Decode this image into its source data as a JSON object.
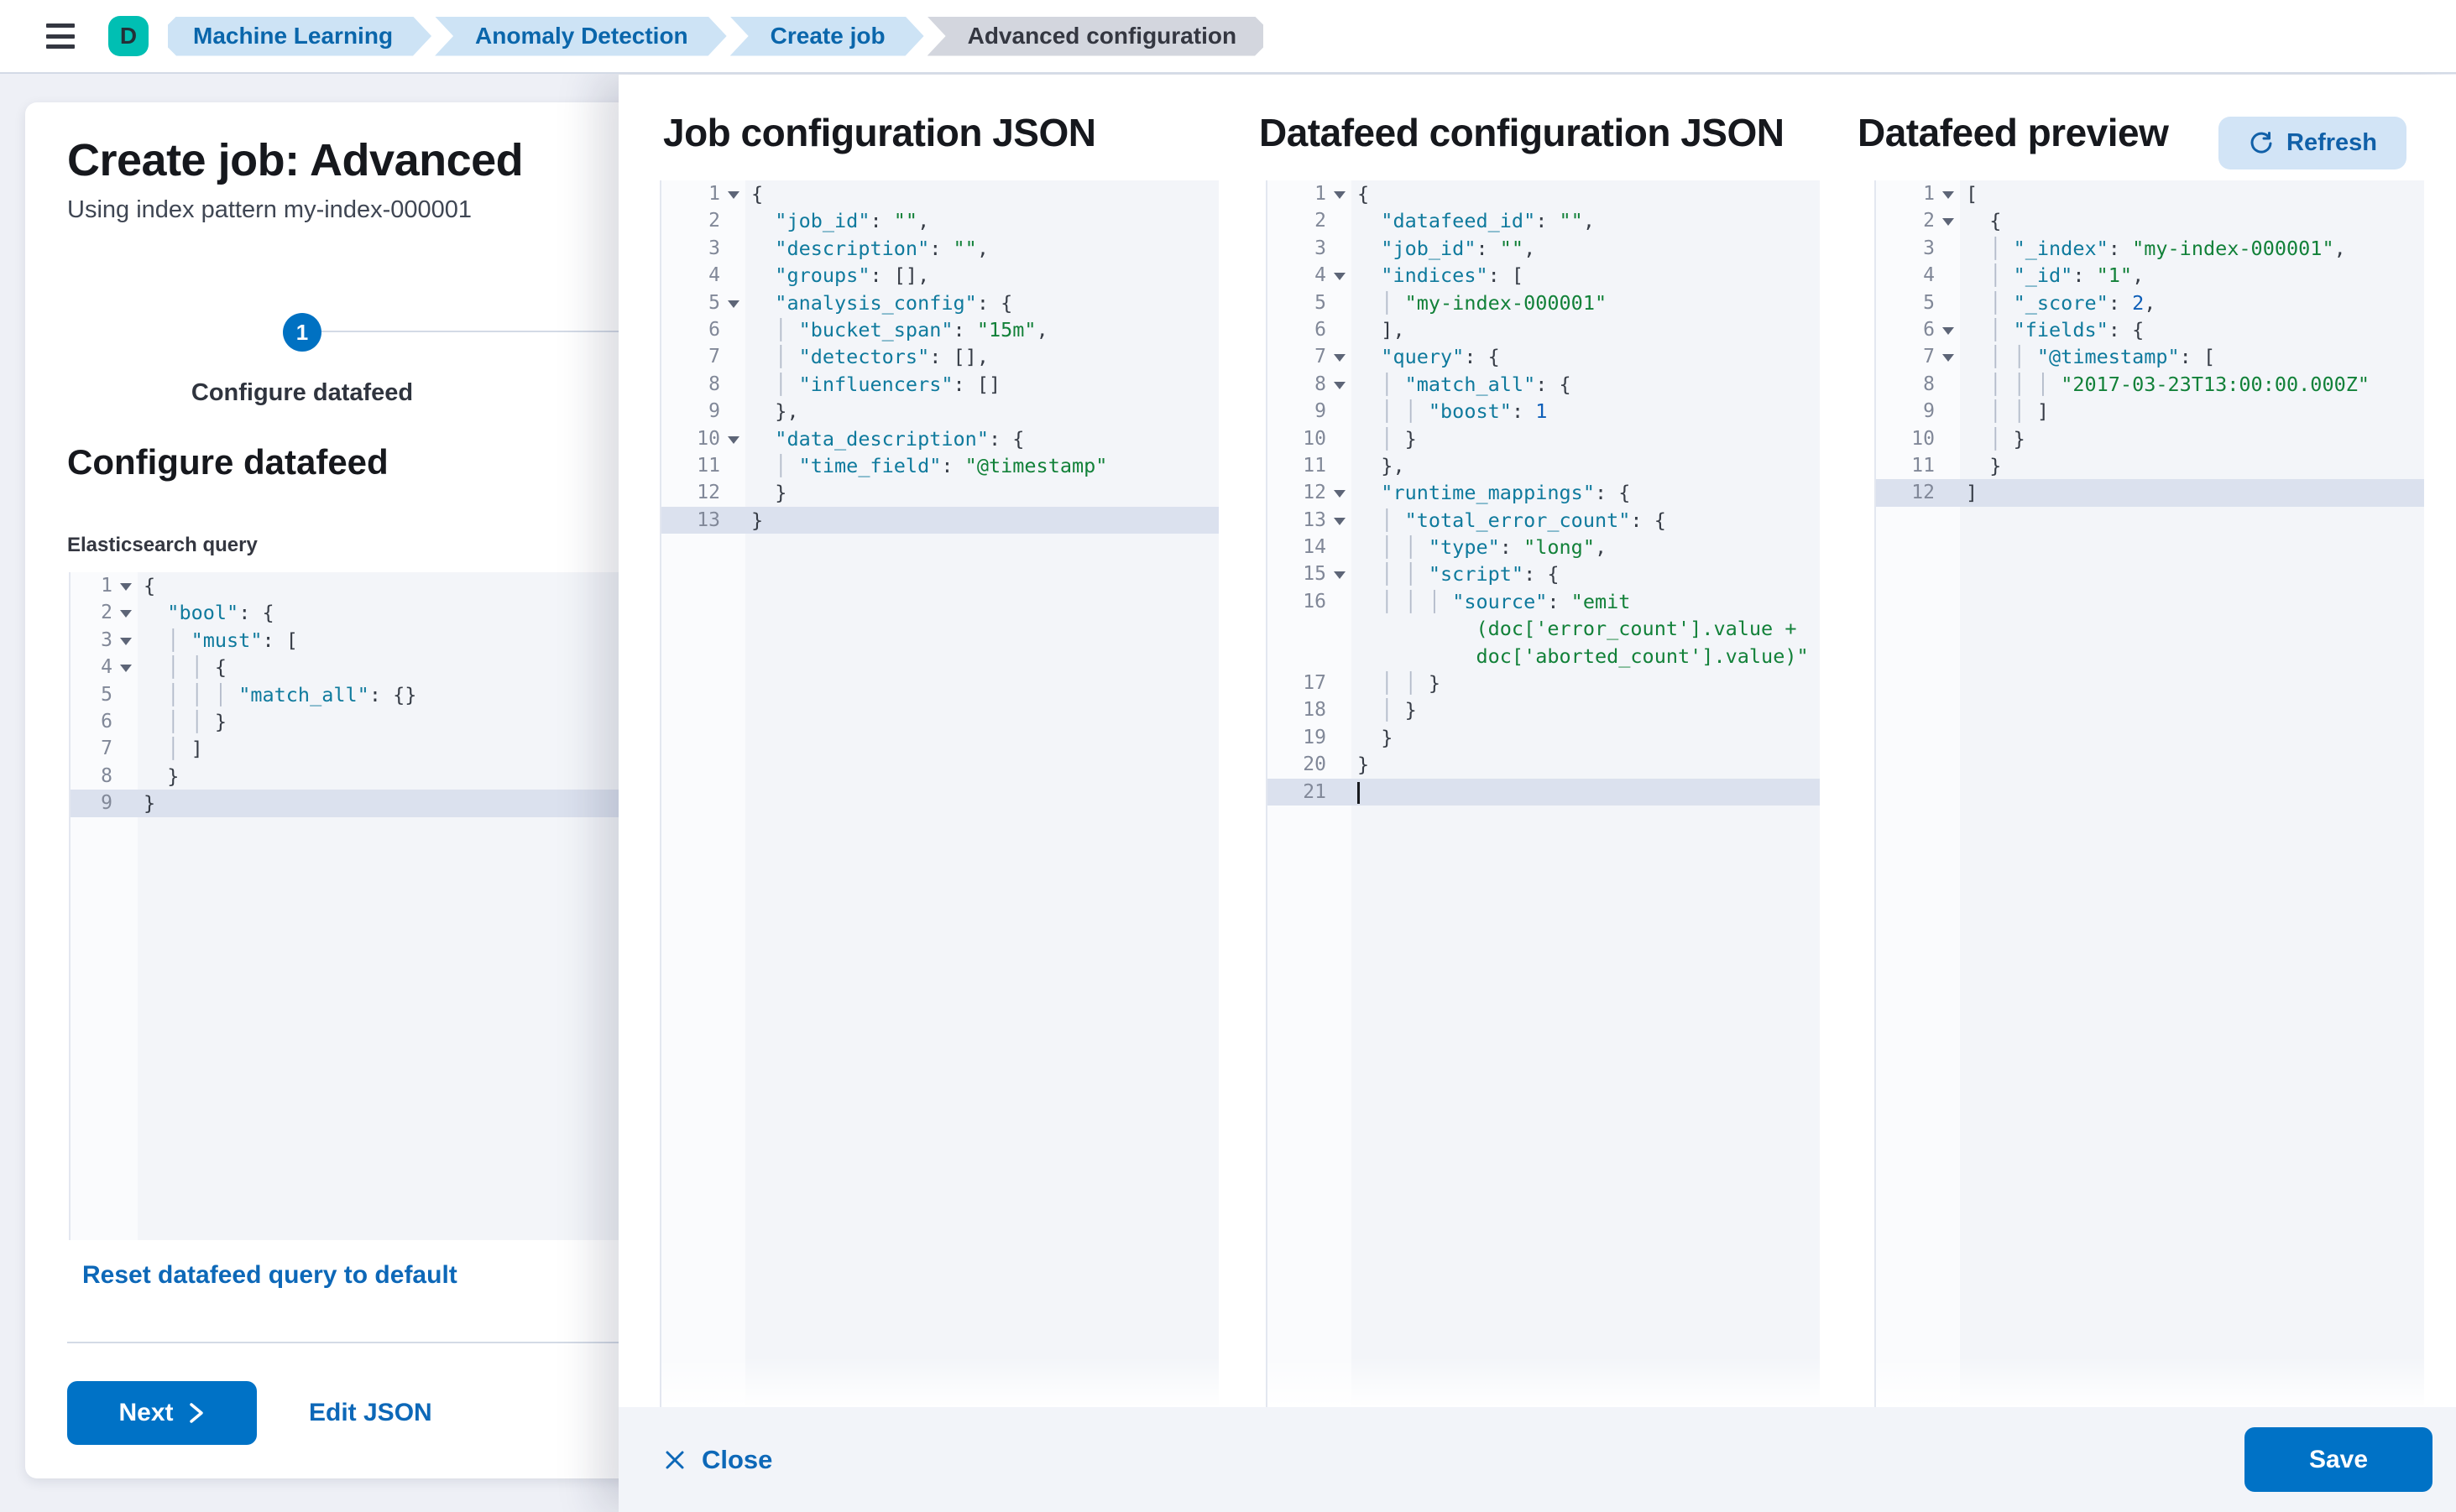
{
  "header": {
    "avatar_letter": "D",
    "breadcrumbs": [
      {
        "label": "Machine Learning"
      },
      {
        "label": "Anomaly Detection"
      },
      {
        "label": "Create job"
      },
      {
        "label": "Advanced configuration"
      }
    ]
  },
  "page": {
    "title": "Create job: Advanced",
    "subtitle": "Using index pattern my-index-000001",
    "step_number": "1",
    "step_label": "Configure datafeed",
    "section_heading": "Configure datafeed",
    "query_label": "Elasticsearch query",
    "reset_link": "Reset datafeed query to default",
    "next_label": "Next",
    "edit_json_label": "Edit JSON"
  },
  "flyout": {
    "col1_title": "Job configuration JSON",
    "col2_title": "Datafeed configuration JSON",
    "col3_title": "Datafeed preview",
    "refresh_label": "Refresh",
    "close_label": "Close",
    "save_label": "Save"
  },
  "colors": {
    "primary_blue": "#0072c6",
    "link_blue": "#0d68b8",
    "breadcrumb_blue_bg": "#cde3f5",
    "breadcrumb_gray_bg": "#d3d6de",
    "avatar_teal": "#00bfb3",
    "editor_bg": "#f3f5f9",
    "active_line_bg": "#dbe1ee",
    "json_key": "#0f7a9d",
    "json_string": "#128139",
    "json_number": "#0d5eb8"
  },
  "editors": {
    "es_query": {
      "lines": [
        {
          "n": "1",
          "f": true,
          "t": [
            [
              "p",
              "{"
            ]
          ]
        },
        {
          "n": "2",
          "f": true,
          "t": [
            [
              "p",
              "  "
            ],
            [
              "k",
              "\"bool\""
            ],
            [
              "p",
              ": {"
            ]
          ]
        },
        {
          "n": "3",
          "f": true,
          "t": [
            [
              "p",
              "  "
            ],
            [
              "g",
              "│ "
            ],
            [
              "k",
              "\"must\""
            ],
            [
              "p",
              ": ["
            ]
          ]
        },
        {
          "n": "4",
          "f": true,
          "t": [
            [
              "p",
              "  "
            ],
            [
              "g",
              "│ │ "
            ],
            [
              "p",
              "{"
            ]
          ]
        },
        {
          "n": "5",
          "t": [
            [
              "p",
              "  "
            ],
            [
              "g",
              "│ │ │ "
            ],
            [
              "k",
              "\"match_all\""
            ],
            [
              "p",
              ": {}"
            ]
          ]
        },
        {
          "n": "6",
          "t": [
            [
              "p",
              "  "
            ],
            [
              "g",
              "│ │ "
            ],
            [
              "p",
              "}"
            ]
          ]
        },
        {
          "n": "7",
          "t": [
            [
              "p",
              "  "
            ],
            [
              "g",
              "│ "
            ],
            [
              "p",
              "]"
            ]
          ]
        },
        {
          "n": "8",
          "t": [
            [
              "p",
              "  }"
            ]
          ]
        },
        {
          "n": "9",
          "a": true,
          "t": [
            [
              "p",
              "}"
            ]
          ]
        }
      ]
    },
    "job_config": {
      "lines": [
        {
          "n": "1",
          "f": true,
          "t": [
            [
              "p",
              "{"
            ]
          ]
        },
        {
          "n": "2",
          "t": [
            [
              "p",
              "  "
            ],
            [
              "k",
              "\"job_id\""
            ],
            [
              "p",
              ": "
            ],
            [
              "s",
              "\"\""
            ],
            [
              "p",
              ","
            ]
          ]
        },
        {
          "n": "3",
          "t": [
            [
              "p",
              "  "
            ],
            [
              "k",
              "\"description\""
            ],
            [
              "p",
              ": "
            ],
            [
              "s",
              "\"\""
            ],
            [
              "p",
              ","
            ]
          ]
        },
        {
          "n": "4",
          "t": [
            [
              "p",
              "  "
            ],
            [
              "k",
              "\"groups\""
            ],
            [
              "p",
              ": [],"
            ]
          ]
        },
        {
          "n": "5",
          "f": true,
          "t": [
            [
              "p",
              "  "
            ],
            [
              "k",
              "\"analysis_config\""
            ],
            [
              "p",
              ": {"
            ]
          ]
        },
        {
          "n": "6",
          "t": [
            [
              "p",
              "  "
            ],
            [
              "g",
              "│ "
            ],
            [
              "k",
              "\"bucket_span\""
            ],
            [
              "p",
              ": "
            ],
            [
              "s",
              "\"15m\""
            ],
            [
              "p",
              ","
            ]
          ]
        },
        {
          "n": "7",
          "t": [
            [
              "p",
              "  "
            ],
            [
              "g",
              "│ "
            ],
            [
              "k",
              "\"detectors\""
            ],
            [
              "p",
              ": [],"
            ]
          ]
        },
        {
          "n": "8",
          "t": [
            [
              "p",
              "  "
            ],
            [
              "g",
              "│ "
            ],
            [
              "k",
              "\"influencers\""
            ],
            [
              "p",
              ": []"
            ]
          ]
        },
        {
          "n": "9",
          "t": [
            [
              "p",
              "  },"
            ]
          ]
        },
        {
          "n": "10",
          "f": true,
          "t": [
            [
              "p",
              "  "
            ],
            [
              "k",
              "\"data_description\""
            ],
            [
              "p",
              ": {"
            ]
          ]
        },
        {
          "n": "11",
          "t": [
            [
              "p",
              "  "
            ],
            [
              "g",
              "│ "
            ],
            [
              "k",
              "\"time_field\""
            ],
            [
              "p",
              ": "
            ],
            [
              "s",
              "\"@timestamp\""
            ]
          ]
        },
        {
          "n": "12",
          "t": [
            [
              "p",
              "  }"
            ]
          ]
        },
        {
          "n": "13",
          "a": true,
          "t": [
            [
              "p",
              "}"
            ]
          ]
        }
      ]
    },
    "datafeed_config": {
      "lines": [
        {
          "n": "1",
          "f": true,
          "t": [
            [
              "p",
              "{"
            ]
          ]
        },
        {
          "n": "2",
          "t": [
            [
              "p",
              "  "
            ],
            [
              "k",
              "\"datafeed_id\""
            ],
            [
              "p",
              ": "
            ],
            [
              "s",
              "\"\""
            ],
            [
              "p",
              ","
            ]
          ]
        },
        {
          "n": "3",
          "t": [
            [
              "p",
              "  "
            ],
            [
              "k",
              "\"job_id\""
            ],
            [
              "p",
              ": "
            ],
            [
              "s",
              "\"\""
            ],
            [
              "p",
              ","
            ]
          ]
        },
        {
          "n": "4",
          "f": true,
          "t": [
            [
              "p",
              "  "
            ],
            [
              "k",
              "\"indices\""
            ],
            [
              "p",
              ": ["
            ]
          ]
        },
        {
          "n": "5",
          "t": [
            [
              "p",
              "  "
            ],
            [
              "g",
              "│ "
            ],
            [
              "s",
              "\"my-index-000001\""
            ]
          ]
        },
        {
          "n": "6",
          "t": [
            [
              "p",
              "  ],"
            ]
          ]
        },
        {
          "n": "7",
          "f": true,
          "t": [
            [
              "p",
              "  "
            ],
            [
              "k",
              "\"query\""
            ],
            [
              "p",
              ": {"
            ]
          ]
        },
        {
          "n": "8",
          "f": true,
          "t": [
            [
              "p",
              "  "
            ],
            [
              "g",
              "│ "
            ],
            [
              "k",
              "\"match_all\""
            ],
            [
              "p",
              ": {"
            ]
          ]
        },
        {
          "n": "9",
          "t": [
            [
              "p",
              "  "
            ],
            [
              "g",
              "│ │ "
            ],
            [
              "k",
              "\"boost\""
            ],
            [
              "p",
              ": "
            ],
            [
              "n",
              "1"
            ]
          ]
        },
        {
          "n": "10",
          "t": [
            [
              "p",
              "  "
            ],
            [
              "g",
              "│ "
            ],
            [
              "p",
              "}"
            ]
          ]
        },
        {
          "n": "11",
          "t": [
            [
              "p",
              "  },"
            ]
          ]
        },
        {
          "n": "12",
          "f": true,
          "t": [
            [
              "p",
              "  "
            ],
            [
              "k",
              "\"runtime_mappings\""
            ],
            [
              "p",
              ": {"
            ]
          ]
        },
        {
          "n": "13",
          "f": true,
          "t": [
            [
              "p",
              "  "
            ],
            [
              "g",
              "│ "
            ],
            [
              "k",
              "\"total_error_count\""
            ],
            [
              "p",
              ": {"
            ]
          ]
        },
        {
          "n": "14",
          "t": [
            [
              "p",
              "  "
            ],
            [
              "g",
              "│ │ "
            ],
            [
              "k",
              "\"type\""
            ],
            [
              "p",
              ": "
            ],
            [
              "s",
              "\"long\""
            ],
            [
              "p",
              ","
            ]
          ]
        },
        {
          "n": "15",
          "f": true,
          "t": [
            [
              "p",
              "  "
            ],
            [
              "g",
              "│ │ "
            ],
            [
              "k",
              "\"script\""
            ],
            [
              "p",
              ": {"
            ]
          ]
        },
        {
          "n": "16",
          "t": [
            [
              "p",
              "  "
            ],
            [
              "g",
              "│ │ │ "
            ],
            [
              "k",
              "\"source\""
            ],
            [
              "p",
              ": "
            ],
            [
              "s",
              "\"emit"
            ]
          ]
        },
        {
          "n": "",
          "t": [
            [
              "p",
              "          "
            ],
            [
              "s",
              "(doc['error_count'].value +"
            ]
          ]
        },
        {
          "n": "",
          "t": [
            [
              "p",
              "          "
            ],
            [
              "s",
              "doc['aborted_count'].value)\""
            ]
          ]
        },
        {
          "n": "17",
          "t": [
            [
              "p",
              "  "
            ],
            [
              "g",
              "│ │ "
            ],
            [
              "p",
              "}"
            ]
          ]
        },
        {
          "n": "18",
          "t": [
            [
              "p",
              "  "
            ],
            [
              "g",
              "│ "
            ],
            [
              "p",
              "}"
            ]
          ]
        },
        {
          "n": "19",
          "t": [
            [
              "p",
              "  }"
            ]
          ]
        },
        {
          "n": "20",
          "t": [
            [
              "p",
              "}"
            ]
          ]
        },
        {
          "n": "21",
          "a": true,
          "t": [
            [
              "cur",
              ""
            ]
          ]
        }
      ]
    },
    "datafeed_preview": {
      "lines": [
        {
          "n": "1",
          "f": true,
          "t": [
            [
              "p",
              "["
            ]
          ]
        },
        {
          "n": "2",
          "f": true,
          "t": [
            [
              "p",
              "  {"
            ]
          ]
        },
        {
          "n": "3",
          "t": [
            [
              "p",
              "  "
            ],
            [
              "g",
              "│ "
            ],
            [
              "k",
              "\"_index\""
            ],
            [
              "p",
              ": "
            ],
            [
              "s",
              "\"my-index-000001\""
            ],
            [
              "p",
              ","
            ]
          ]
        },
        {
          "n": "4",
          "t": [
            [
              "p",
              "  "
            ],
            [
              "g",
              "│ "
            ],
            [
              "k",
              "\"_id\""
            ],
            [
              "p",
              ": "
            ],
            [
              "s",
              "\"1\""
            ],
            [
              "p",
              ","
            ]
          ]
        },
        {
          "n": "5",
          "t": [
            [
              "p",
              "  "
            ],
            [
              "g",
              "│ "
            ],
            [
              "k",
              "\"_score\""
            ],
            [
              "p",
              ": "
            ],
            [
              "n",
              "2"
            ],
            [
              "p",
              ","
            ]
          ]
        },
        {
          "n": "6",
          "f": true,
          "t": [
            [
              "p",
              "  "
            ],
            [
              "g",
              "│ "
            ],
            [
              "k",
              "\"fields\""
            ],
            [
              "p",
              ": {"
            ]
          ]
        },
        {
          "n": "7",
          "f": true,
          "t": [
            [
              "p",
              "  "
            ],
            [
              "g",
              "│ │ "
            ],
            [
              "k",
              "\"@timestamp\""
            ],
            [
              "p",
              ": ["
            ]
          ]
        },
        {
          "n": "8",
          "t": [
            [
              "p",
              "  "
            ],
            [
              "g",
              "│ │ │ "
            ],
            [
              "s",
              "\"2017-03-23T13:00:00.000Z\""
            ]
          ]
        },
        {
          "n": "9",
          "t": [
            [
              "p",
              "  "
            ],
            [
              "g",
              "│ │ "
            ],
            [
              "p",
              "]"
            ]
          ]
        },
        {
          "n": "10",
          "t": [
            [
              "p",
              "  "
            ],
            [
              "g",
              "│ "
            ],
            [
              "p",
              "}"
            ]
          ]
        },
        {
          "n": "11",
          "t": [
            [
              "p",
              "  }"
            ]
          ]
        },
        {
          "n": "12",
          "a": true,
          "t": [
            [
              "p",
              "]"
            ]
          ]
        }
      ]
    }
  }
}
